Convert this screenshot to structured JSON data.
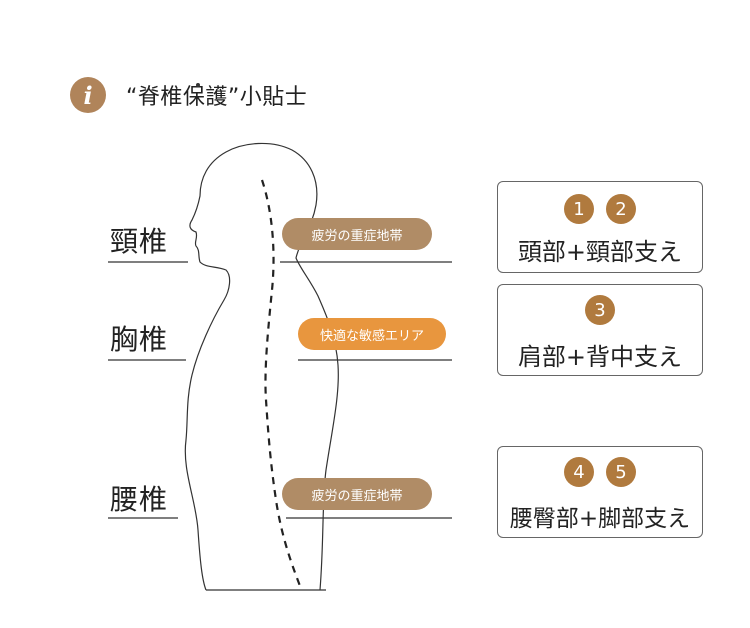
{
  "header": {
    "icon": "info-icon",
    "icon_glyph": "i",
    "title": "“脊椎保護”小貼士"
  },
  "zones": [
    {
      "name": "頸椎",
      "pill": "疲労の重症地帯",
      "pill_color": "#b08c66",
      "badges": [
        "1",
        "2"
      ],
      "support": "頭部+頸部支え"
    },
    {
      "name": "胸椎",
      "pill": "快適な敏感エリア",
      "pill_color": "#e8963e",
      "badges": [
        "3"
      ],
      "support": "肩部+背中支え"
    },
    {
      "name": "腰椎",
      "pill": "疲労の重症地帯",
      "pill_color": "#b08c66",
      "badges": [
        "4",
        "5"
      ],
      "support": "腰臀部+脚部支え"
    }
  ],
  "colors": {
    "accent_brown": "#b08c66",
    "accent_orange": "#e8963e",
    "badge": "#b07a3e"
  }
}
